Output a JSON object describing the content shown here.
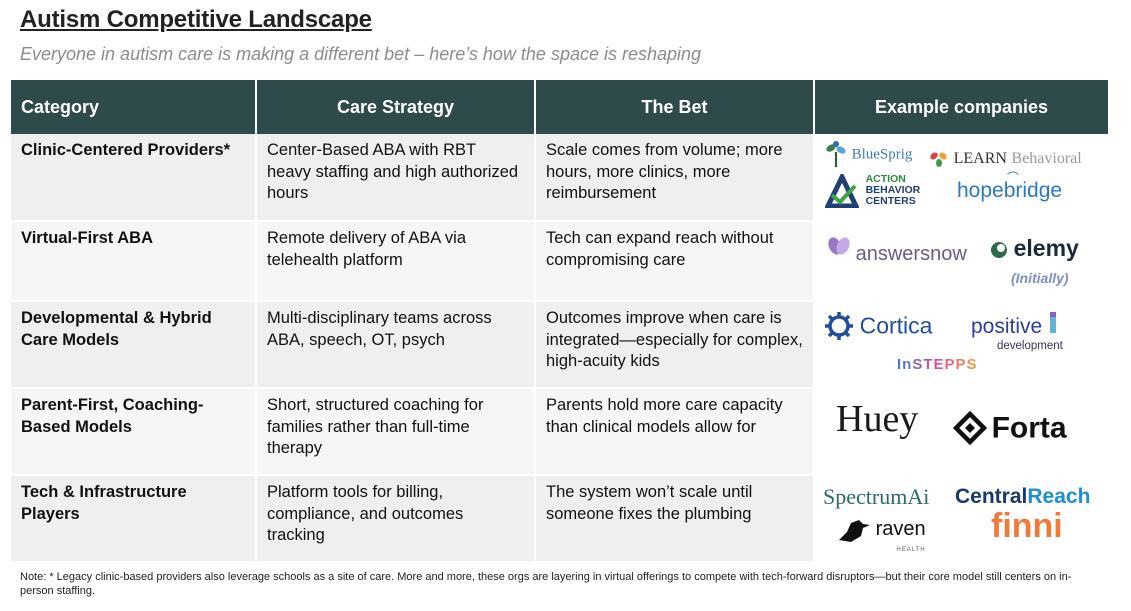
{
  "title": "Autism Competitive Landscape",
  "subtitle": "Everyone in autism care is making a different bet – here’s how the space is reshaping",
  "headers": {
    "category": "Category",
    "strategy": "Care Strategy",
    "bet": "The Bet",
    "examples": "Example companies"
  },
  "rows": [
    {
      "category": "Clinic-Centered Providers*",
      "strategy": "Center-Based ABA with RBT heavy staffing and high authorized hours",
      "bet": "Scale comes from volume; more hours, more clinics, more reimbursement"
    },
    {
      "category": "Virtual-First ABA",
      "strategy": "Remote delivery of ABA via telehealth platform",
      "bet": "Tech can expand reach without compromising care"
    },
    {
      "category": "Developmental & Hybrid Care Models",
      "strategy": "Multi-disciplinary teams across ABA, speech, OT, psych",
      "bet": "Outcomes improve when care is integrated—especially for complex, high-acuity kids"
    },
    {
      "category": "Parent-First, Coaching-Based Models",
      "strategy": "Short, structured coaching for families rather than full-time therapy",
      "bet": "Parents hold more care capacity than clinical models allow for"
    },
    {
      "category": "Tech & Infrastructure Players",
      "strategy": "Platform tools for billing, compliance, and outcomes tracking",
      "bet": "The system won’t scale until someone fixes the plumbing"
    }
  ],
  "logos": {
    "bluesprig": "BlueSprig",
    "learn_a": "LEARN",
    "learn_b": "Behavioral",
    "abc_1": "ACTION",
    "abc_2": "BEHAVIOR",
    "abc_3": "CENTERS",
    "hopebridge": "hopebridge",
    "answersnow": "answersnow",
    "elemy": "elemy",
    "elemy_note": "(Initially)",
    "cortica": "Cortica",
    "positive_1": "positive",
    "positive_2": "development",
    "instepps": "InSTEPPS",
    "huey": "Huey",
    "forta": "Forta",
    "spectrumai": "SpectrumAi",
    "centralreach_a": "Central",
    "centralreach_b": "Reach",
    "raven": "raven",
    "raven_sub": "HEALTH",
    "finni": "finni"
  },
  "note": "Note:  * Legacy clinic-based providers also leverage schools as a site of care. More and more, these orgs are layering in virtual offerings to compete with tech-forward disruptors—but their core model still centers on in-person staffing.",
  "colors": {
    "header_bg": "#2f4a4a",
    "row_bg_a": "#efefef",
    "row_bg_b": "#f6f6f6",
    "subtitle": "#8c8c8c"
  }
}
